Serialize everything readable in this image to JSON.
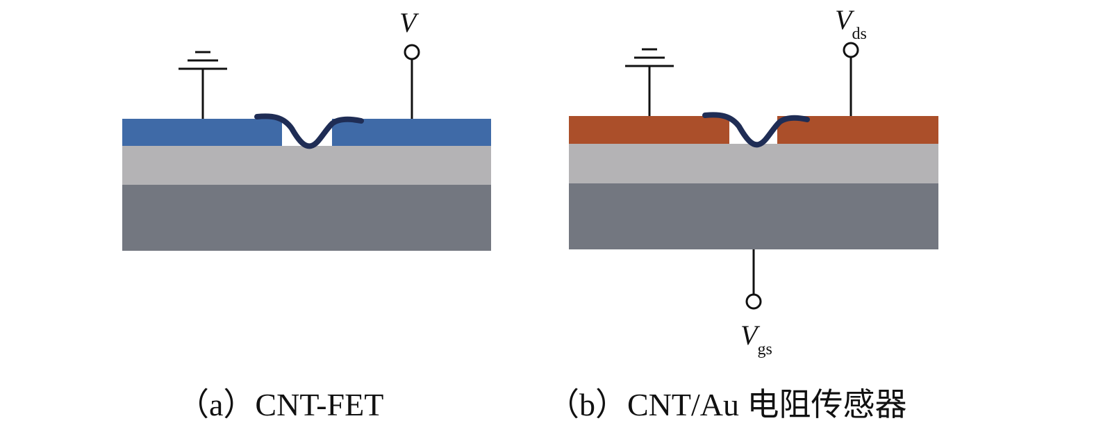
{
  "panels": [
    {
      "id": "a",
      "caption": "（a）CNT-FET",
      "terminal_label": "V",
      "electrode_color": "#3f6aa7"
    },
    {
      "id": "b",
      "caption": "（b）CNT/Au 电阻传感器",
      "drain_label_main": "V",
      "drain_label_sub": "ds",
      "gate_label_main": "V",
      "gate_label_sub": "gs",
      "electrode_color": "#ab4f2a"
    }
  ],
  "colors": {
    "oxide": "#b4b3b5",
    "substrate": "#737780",
    "cnt": "#1f2d55",
    "wire": "#111111"
  }
}
